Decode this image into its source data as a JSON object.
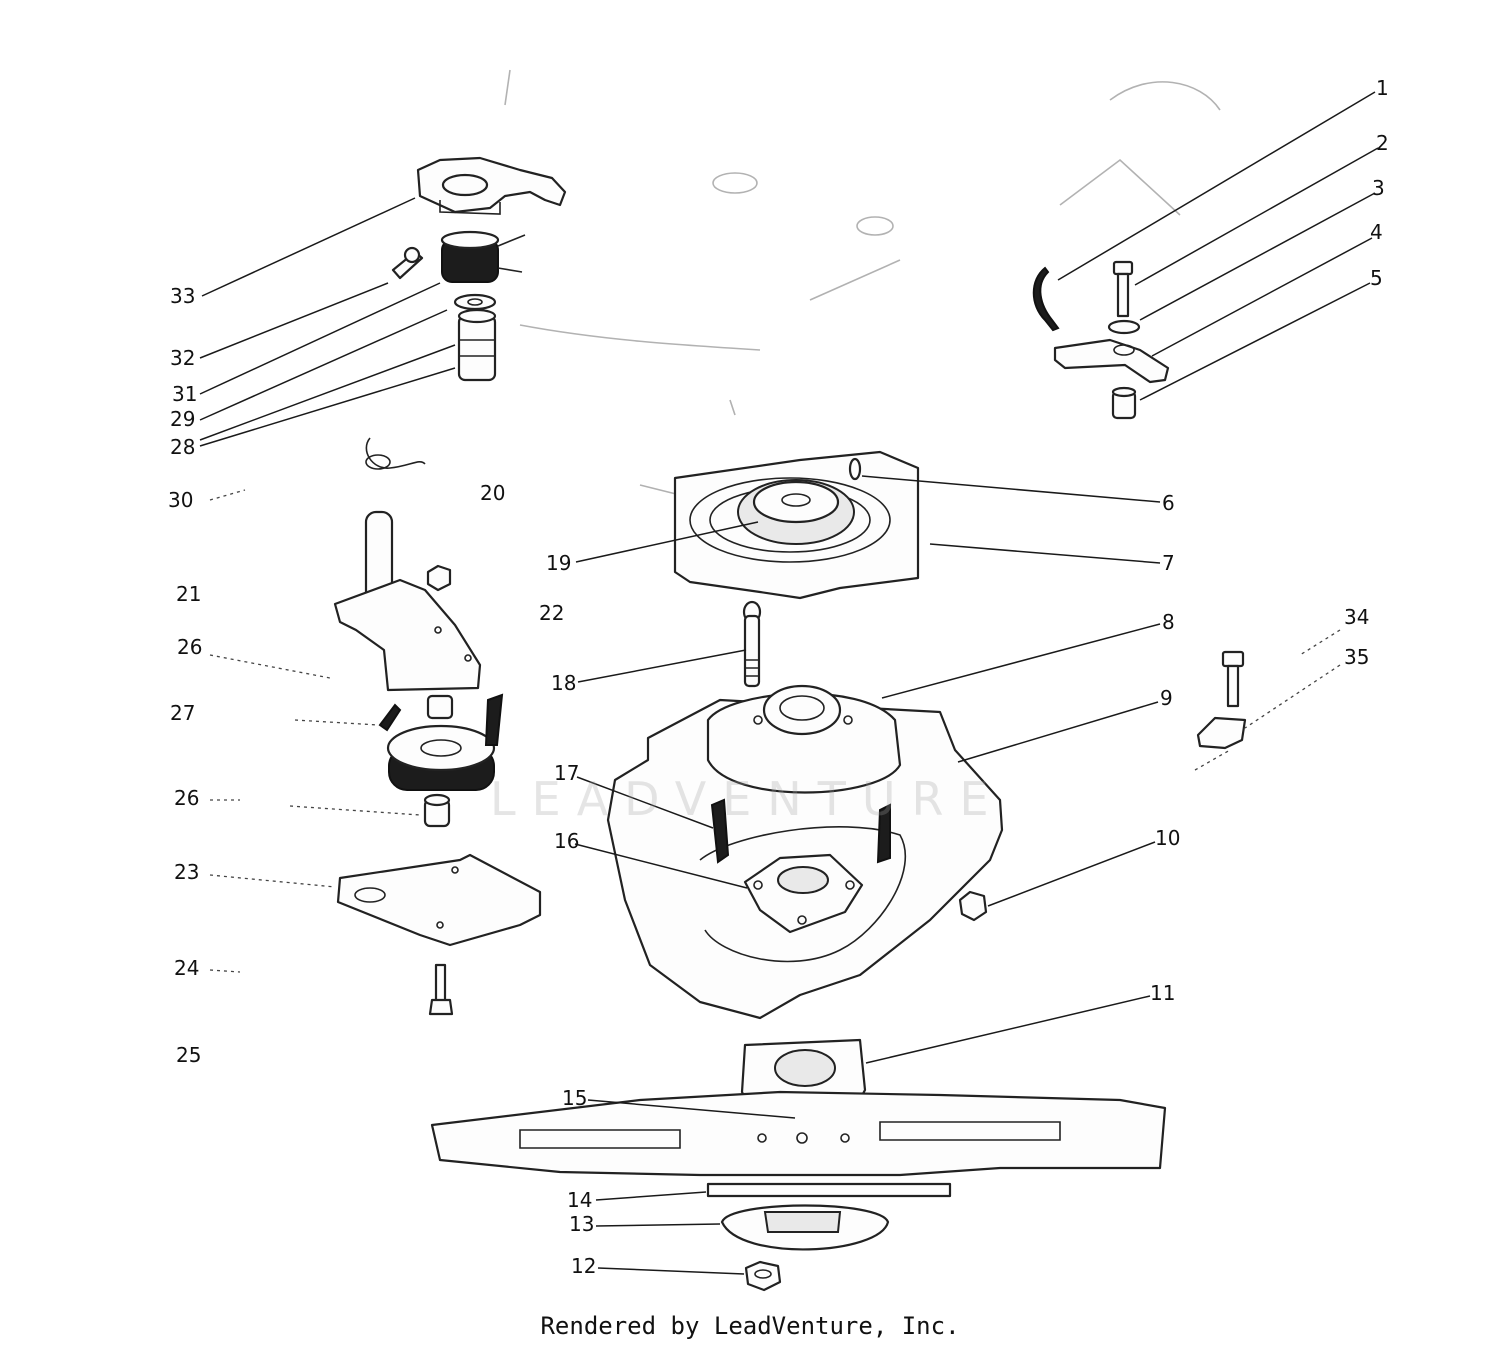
{
  "callouts": {
    "c1": "1",
    "c2": "2",
    "c3": "3",
    "c4": "4",
    "c5": "5",
    "c6": "6",
    "c7": "7",
    "c8": "8",
    "c9": "9",
    "c10": "10",
    "c11": "11",
    "c12": "12",
    "c13": "13",
    "c14": "14",
    "c15": "15",
    "c16": "16",
    "c17": "17",
    "c18": "18",
    "c19": "19",
    "c20": "20",
    "c21": "21",
    "c22": "22",
    "c23": "23",
    "c24": "24",
    "c25": "25",
    "c26a": "26",
    "c26b": "26",
    "c27": "27",
    "c28": "28",
    "c29": "29",
    "c30": "30",
    "c31": "31",
    "c32": "32",
    "c33": "33",
    "c34": "34",
    "c35": "35"
  },
  "watermark": "LEADVENTURE",
  "footer": "Rendered by LeadVenture, Inc.",
  "colors": {
    "ink": "#111111",
    "paper": "#ffffff",
    "watermark": "#a0a0a0"
  }
}
